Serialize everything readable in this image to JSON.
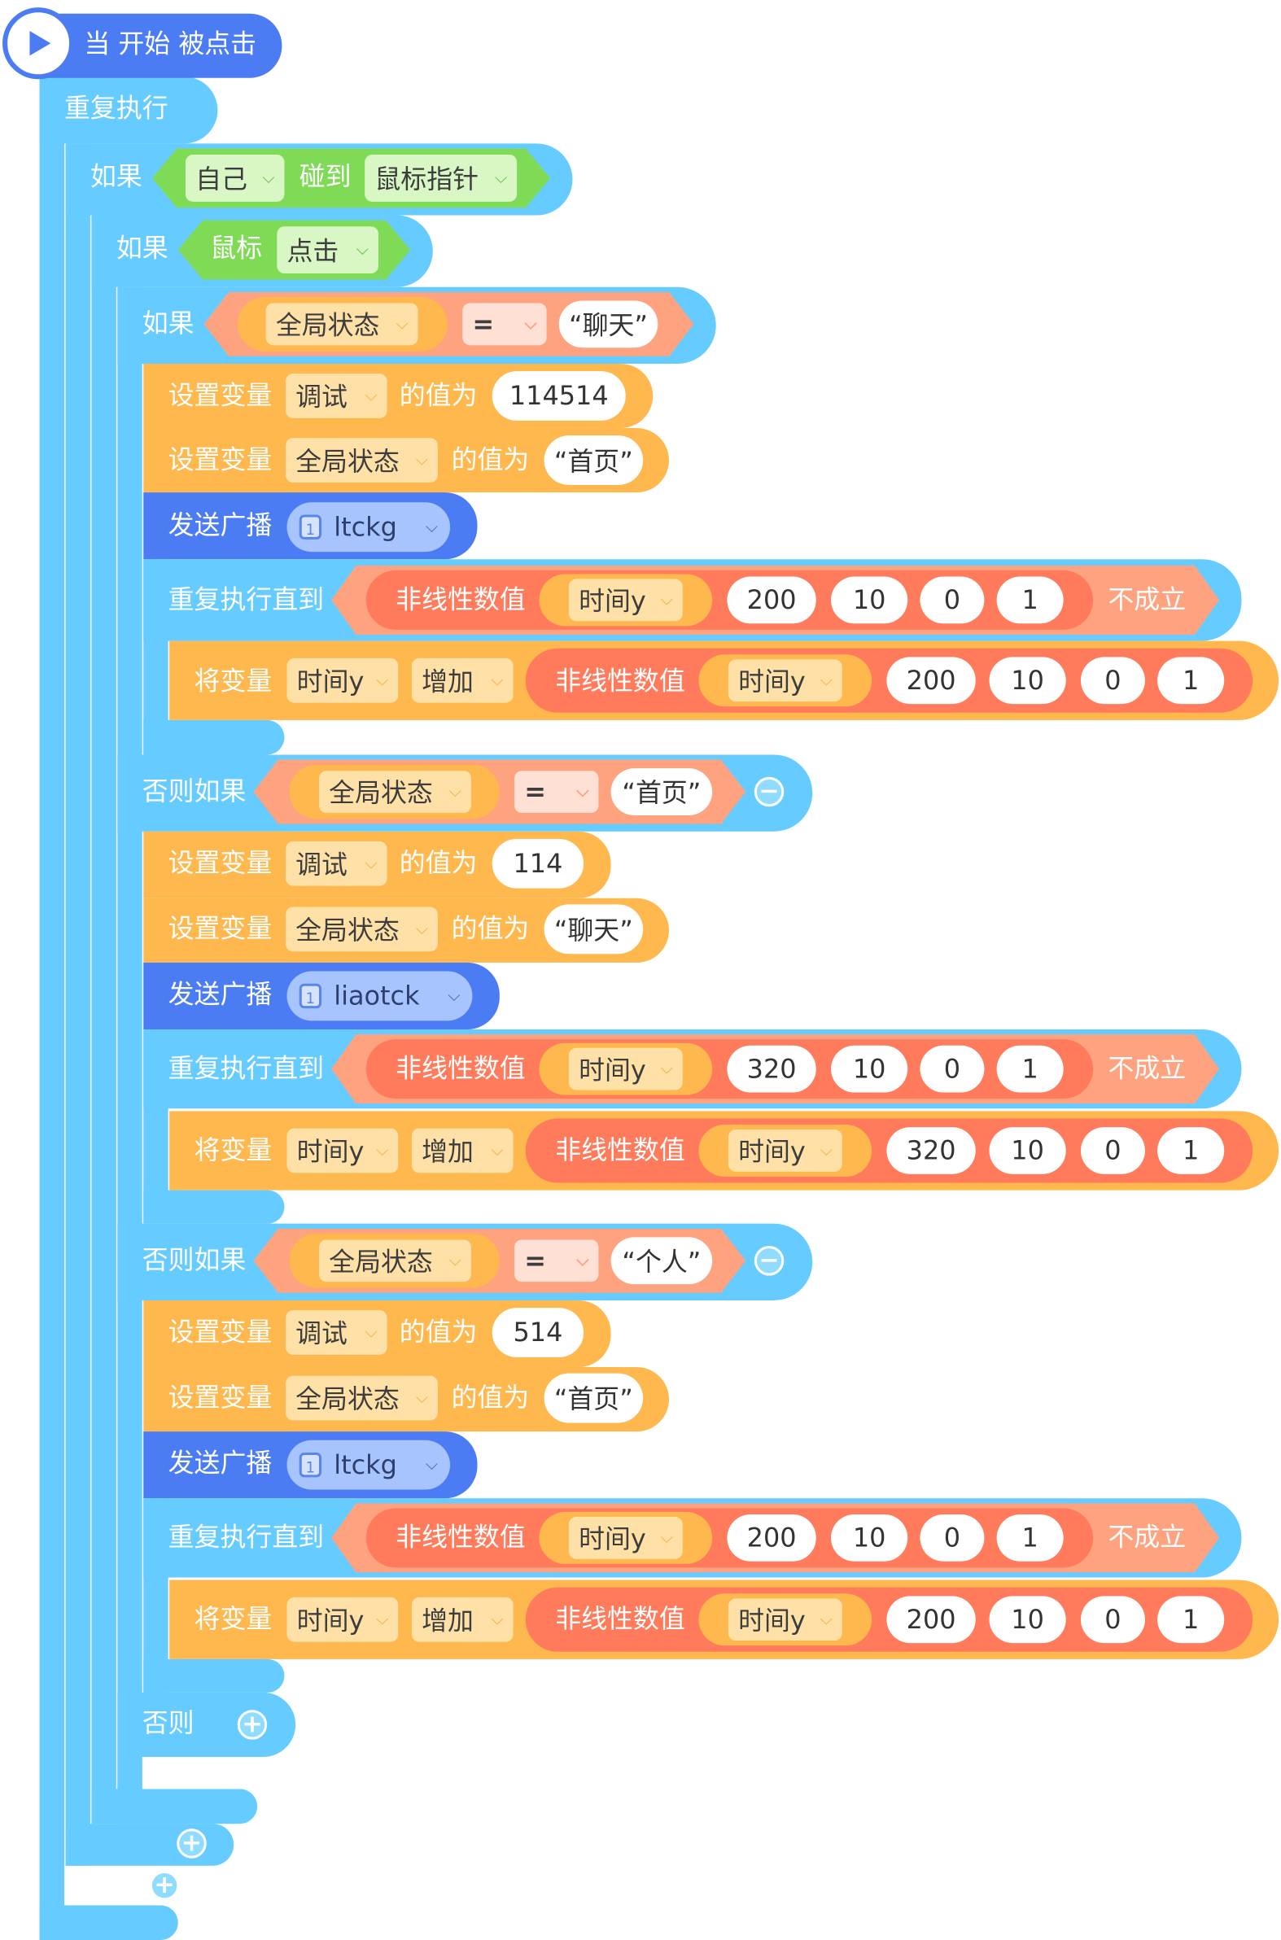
{
  "hat": {
    "label": "当 开始 被点击"
  },
  "forever": {
    "label": "重复执行"
  },
  "if_touch": {
    "label": "如果",
    "sprite": "自己",
    "touch_word": "碰到",
    "target": "鼠标指针"
  },
  "if_mouse": {
    "label": "如果",
    "mouse": "鼠标",
    "action": "点击"
  },
  "if_state": {
    "label": "如果",
    "var": "全局状态",
    "op": "=",
    "value": "“聊天”"
  },
  "elseif_label": "否则如果",
  "else_label": "否则",
  "set_label": "设置变量",
  "set_suffix": "的值为",
  "broadcast_label": "发送广播",
  "repeat_until_label": "重复执行直到",
  "nonlinear_label": "非线性数值",
  "not_true_label": "不成立",
  "change_label": "将变量",
  "increase_label": "增加",
  "var_debug": "调试",
  "var_state": "全局状态",
  "var_time": "时间y",
  "branches": [
    {
      "debug": "114514",
      "state": "“首页”",
      "broadcast": "ltckg",
      "nl": [
        "200",
        "10",
        "0",
        "1"
      ]
    },
    {
      "cond_var": "全局状态",
      "cond_op": "=",
      "cond_val": "“首页”",
      "debug": "114",
      "state": "“聊天”",
      "broadcast": "liaotck",
      "nl": [
        "320",
        "10",
        "0",
        "1"
      ]
    },
    {
      "cond_var": "全局状态",
      "cond_op": "=",
      "cond_val": "“个人”",
      "debug": "514",
      "state": "“首页”",
      "broadcast": "ltckg",
      "nl": [
        "200",
        "10",
        "0",
        "1"
      ]
    }
  ],
  "colors": {
    "control": "#66ccff",
    "variable": "#ffb84d",
    "event": "#4c7cf3",
    "operator": "#ff7b5c",
    "sensing": "#7fdb56"
  },
  "icons": {
    "play": "play-icon",
    "dropdown": "chevron-down-icon",
    "broadcast": "broadcast-icon",
    "minus": "minus-icon",
    "plus": "plus-icon"
  }
}
